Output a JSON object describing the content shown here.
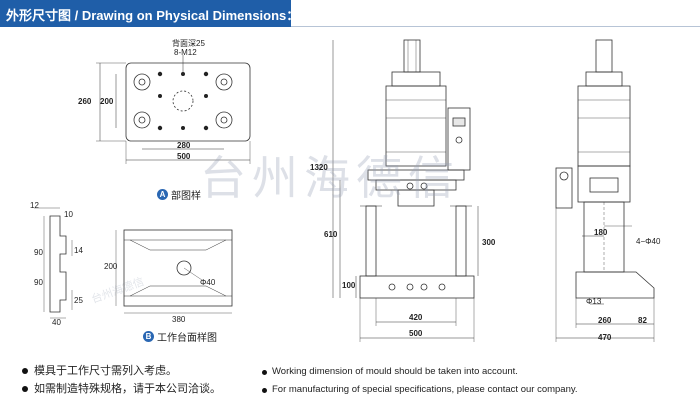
{
  "header": {
    "title": "外形尺寸图 / Drawing on Physical Dimensions："
  },
  "drawing_a": {
    "callout_depth": "背面深25",
    "callout_holes": "8-M12",
    "dim_260": "260",
    "dim_200": "200",
    "dim_280": "280",
    "dim_500": "500",
    "caption_badge": "A",
    "caption": "部图样"
  },
  "drawing_b": {
    "dim_12": "12",
    "dim_10": "10",
    "dim_90a": "90",
    "dim_14": "14",
    "dim_90b": "90",
    "dim_25": "25",
    "dim_40": "40",
    "dim_200": "200",
    "dim_phi40": "Φ40",
    "dim_380": "380",
    "caption_badge": "B",
    "caption": "工作台面样图"
  },
  "front_view": {
    "dim_1320": "1320",
    "dim_610": "610",
    "dim_300": "300",
    "dim_100": "100",
    "dim_420": "420",
    "dim_500": "500"
  },
  "side_view": {
    "dim_180": "180",
    "dim_4phi40": "4−Φ40",
    "dim_phi13": "Φ13",
    "dim_260": "260",
    "dim_82": "82",
    "dim_470": "470"
  },
  "watermark": {
    "main": "台州海德信",
    "small": "台州海德信"
  },
  "notes_cn": [
    "模具于工作尺寸需列入考虑。",
    "如需制造特殊规格，请于本公司洽谈。"
  ],
  "notes_en": [
    "Working dimension of mould should be taken into account.",
    "For manufacturing of special specifications, please contact our company."
  ]
}
